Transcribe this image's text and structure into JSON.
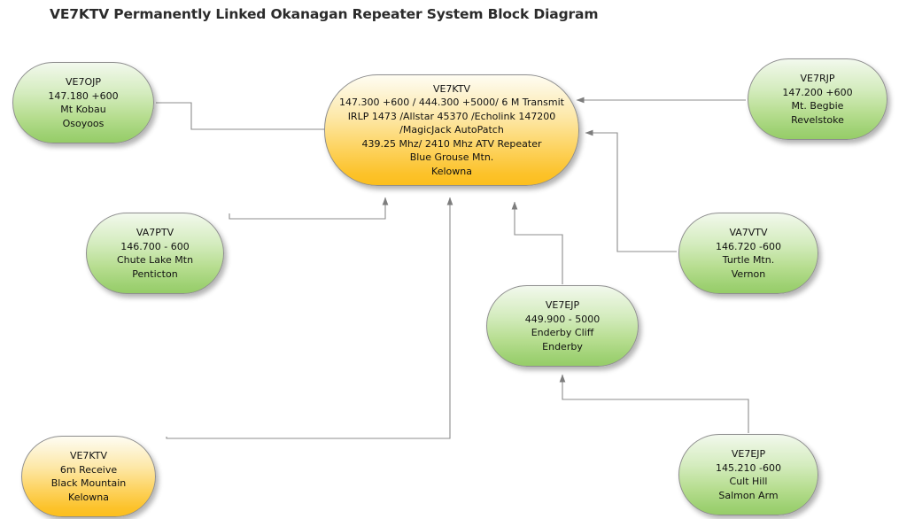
{
  "title": "VE7KTV Permanently Linked Okanagan Repeater System Block Diagram",
  "colors": {
    "hub_fill_top": "#fffdf2",
    "hub_fill_bottom": "#fcbf1e",
    "site_fill_top": "#f3f9ee",
    "site_fill_bottom": "#96cd68",
    "connector": "#8c8c8c",
    "node_border": "#8f8f8f",
    "title_text": "#2b2b2b"
  },
  "nodes": {
    "hub": {
      "id": "ve7ktv-hub",
      "style": "amber",
      "lines": [
        "VE7KTV",
        "147.300  +600 / 444.300  +5000/ 6 M Transmit",
        "IRLP 1473 /Allstar 45370 /Echolink 147200",
        "/MagicJack AutoPatch",
        "439.25 Mhz/ 2410 Mhz ATV Repeater",
        "Blue Grouse Mtn.",
        "Kelowna"
      ]
    },
    "ve7ojp": {
      "id": "ve7ojp",
      "style": "green",
      "lines": [
        "VE7OJP",
        "147.180  +600",
        "Mt Kobau",
        "Osoyoos"
      ]
    },
    "ve7rjp": {
      "id": "ve7rjp",
      "style": "green",
      "lines": [
        "VE7RJP",
        "147.200 +600",
        "Mt. Begbie",
        "Revelstoke"
      ]
    },
    "va7ptv": {
      "id": "va7ptv",
      "style": "green",
      "lines": [
        "VA7PTV",
        "146.700 - 600",
        "Chute Lake Mtn",
        "Penticton"
      ]
    },
    "va7vtv": {
      "id": "va7vtv",
      "style": "green",
      "lines": [
        "VA7VTV",
        "146.720 -600",
        "Turtle Mtn.",
        "Vernon"
      ]
    },
    "ve7ejp_enderby": {
      "id": "ve7ejp-enderby",
      "style": "green",
      "lines": [
        "VE7EJP",
        "449.900 - 5000",
        "Enderby Cliff",
        "Enderby"
      ]
    },
    "ve7ktv_6m": {
      "id": "ve7ktv-6m-receive",
      "style": "amber",
      "lines": [
        "VE7KTV",
        "6m Receive",
        "Black Mountain",
        "Kelowna"
      ]
    },
    "ve7ejp_salmonarm": {
      "id": "ve7ejp-salmon-arm",
      "style": "green",
      "lines": [
        "VE7EJP",
        "145.210 -600",
        "Cult Hill",
        "Salmon Arm"
      ]
    }
  },
  "connections": [
    {
      "from": "ve7ojp",
      "to": "hub",
      "name": "link-ve7ojp-to-hub"
    },
    {
      "from": "ve7rjp",
      "to": "hub",
      "name": "link-ve7rjp-to-hub"
    },
    {
      "from": "va7vtv",
      "to": "hub",
      "name": "link-va7vtv-to-hub"
    },
    {
      "from": "va7ptv",
      "to": "hub",
      "name": "link-va7ptv-to-hub"
    },
    {
      "from": "ve7ejp_enderby",
      "to": "hub",
      "name": "link-ve7ejp-enderby-to-hub"
    },
    {
      "from": "ve7ktv_6m",
      "to": "hub",
      "name": "link-ve7ktv-6m-to-hub"
    },
    {
      "from": "ve7ejp_salmonarm",
      "to": "ve7ejp_enderby",
      "name": "link-ve7ejp-salmon-arm-to-enderby"
    }
  ]
}
